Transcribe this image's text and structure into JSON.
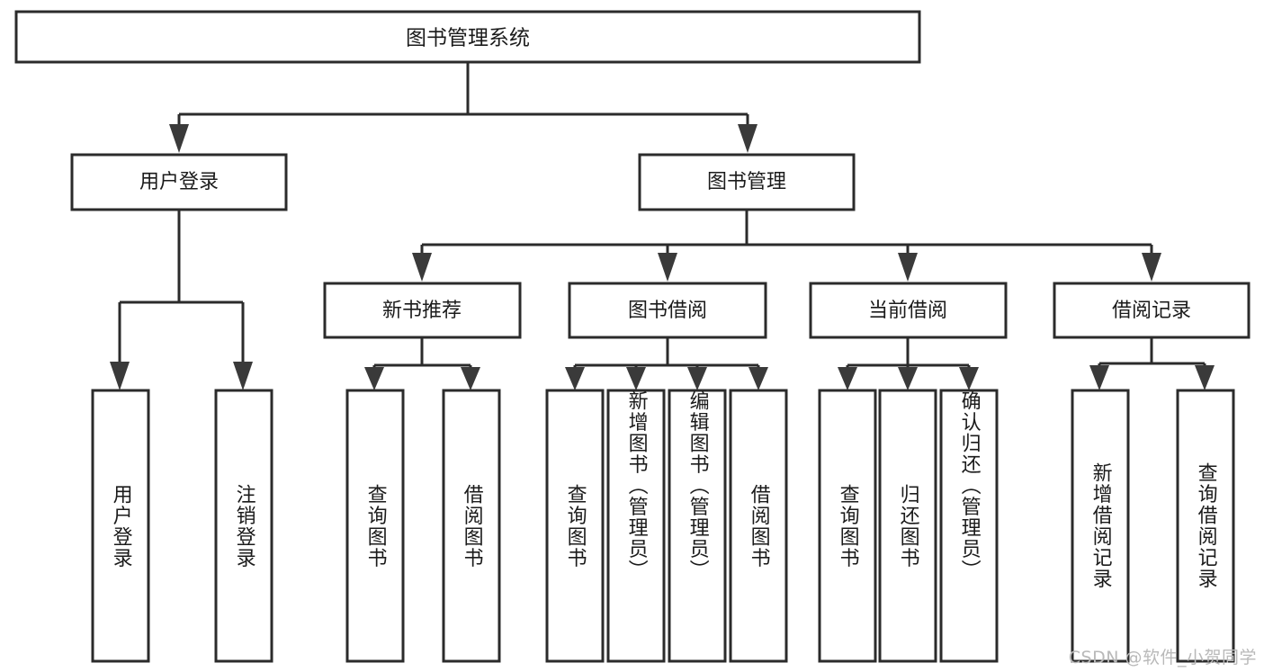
{
  "diagram": {
    "title": "图书管理系统",
    "watermark": "CSDN @软件_小贺同学",
    "colors": {
      "box_stroke": "#2b2b2b",
      "box_fill": "#ffffff",
      "connector": "#2b2b2b",
      "text": "#1b1b1b",
      "watermark": "#b9b9b9",
      "background": "#ffffff"
    },
    "root": {
      "label": "图书管理系统"
    },
    "level2": [
      {
        "label": "用户登录"
      },
      {
        "label": "图书管理"
      }
    ],
    "level3": [
      {
        "label": "新书推荐"
      },
      {
        "label": "图书借阅"
      },
      {
        "label": "当前借阅"
      },
      {
        "label": "借阅记录"
      }
    ],
    "leaves": {
      "user_login": [
        {
          "label": "用户登录"
        },
        {
          "label": "注销登录"
        }
      ],
      "new_book": [
        {
          "label": "查询图书"
        },
        {
          "label": "借阅图书"
        }
      ],
      "book_borrow": [
        {
          "label": "查询图书"
        },
        {
          "label": "新增图书（管理员）"
        },
        {
          "label": "编辑图书（管理员）"
        },
        {
          "label": "借阅图书"
        }
      ],
      "current_borrow": [
        {
          "label": "查询图书"
        },
        {
          "label": "归还图书"
        },
        {
          "label": "确认归还（管理员）"
        }
      ],
      "borrow_record": [
        {
          "label": "新增借阅记录"
        },
        {
          "label": "查询借阅记录"
        }
      ]
    }
  },
  "chart_data": {
    "type": "table",
    "title": "图书管理系统 功能结构图",
    "nodes": [
      {
        "id": "root",
        "label": "图书管理系统",
        "level": 1,
        "parent": null
      },
      {
        "id": "user-login",
        "label": "用户登录",
        "level": 2,
        "parent": "root"
      },
      {
        "id": "book-manage",
        "label": "图书管理",
        "level": 2,
        "parent": "root"
      },
      {
        "id": "new-book",
        "label": "新书推荐",
        "level": 3,
        "parent": "book-manage"
      },
      {
        "id": "book-borrow",
        "label": "图书借阅",
        "level": 3,
        "parent": "book-manage"
      },
      {
        "id": "current-borrow",
        "label": "当前借阅",
        "level": 3,
        "parent": "book-manage"
      },
      {
        "id": "borrow-record",
        "label": "借阅记录",
        "level": 3,
        "parent": "book-manage"
      },
      {
        "id": "leaf-1",
        "label": "用户登录",
        "level": 4,
        "parent": "user-login"
      },
      {
        "id": "leaf-2",
        "label": "注销登录",
        "level": 4,
        "parent": "user-login"
      },
      {
        "id": "leaf-3",
        "label": "查询图书",
        "level": 4,
        "parent": "new-book"
      },
      {
        "id": "leaf-4",
        "label": "借阅图书",
        "level": 4,
        "parent": "new-book"
      },
      {
        "id": "leaf-5",
        "label": "查询图书",
        "level": 4,
        "parent": "book-borrow"
      },
      {
        "id": "leaf-6",
        "label": "新增图书（管理员）",
        "level": 4,
        "parent": "book-borrow"
      },
      {
        "id": "leaf-7",
        "label": "编辑图书（管理员）",
        "level": 4,
        "parent": "book-borrow"
      },
      {
        "id": "leaf-8",
        "label": "借阅图书",
        "level": 4,
        "parent": "book-borrow"
      },
      {
        "id": "leaf-9",
        "label": "查询图书",
        "level": 4,
        "parent": "current-borrow"
      },
      {
        "id": "leaf-10",
        "label": "归还图书",
        "level": 4,
        "parent": "current-borrow"
      },
      {
        "id": "leaf-11",
        "label": "确认归还（管理员）",
        "level": 4,
        "parent": "current-borrow"
      },
      {
        "id": "leaf-12",
        "label": "新增借阅记录",
        "level": 4,
        "parent": "borrow-record"
      },
      {
        "id": "leaf-13",
        "label": "查询借阅记录",
        "level": 4,
        "parent": "borrow-record"
      }
    ]
  }
}
